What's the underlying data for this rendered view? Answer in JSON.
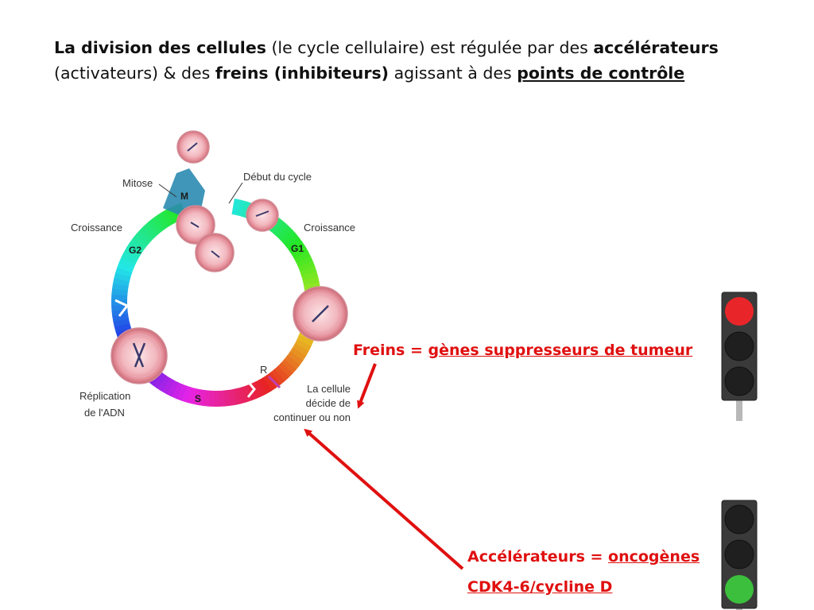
{
  "title": {
    "p1": "La division des cellules",
    "p2": " (le cycle cellulaire) est régulée par des ",
    "p3": "accélérateurs",
    "p4": "(activateurs) & des ",
    "p5": "freins (inhibiteurs)",
    "p6": " agissant à des ",
    "p7": "points de contrôle"
  },
  "cycle": {
    "mitose": "Mitose",
    "m": "M",
    "debut": "Début du cycle",
    "croissance_left": "Croissance",
    "croissance_right": "Croissance",
    "g2": "G2",
    "g1": "G1",
    "r": "R",
    "s": "S",
    "replication_l1": "Réplication",
    "replication_l2": "de l'ADN",
    "decide_l1": "La cellule",
    "decide_l2": "décide de",
    "decide_l3": "continuer ou non"
  },
  "freins": {
    "prefix": "Freins = ",
    "link": "gènes suppresseurs de tumeur"
  },
  "accelerateurs": {
    "prefix": "Accélérateurs = ",
    "link": "oncogènes",
    "line2": "CDK4-6/cycline D"
  },
  "colors": {
    "red": "#e01010",
    "light_red": "#e8262a",
    "light_green": "#3cbf3c",
    "light_off": "#2a2a2a"
  }
}
